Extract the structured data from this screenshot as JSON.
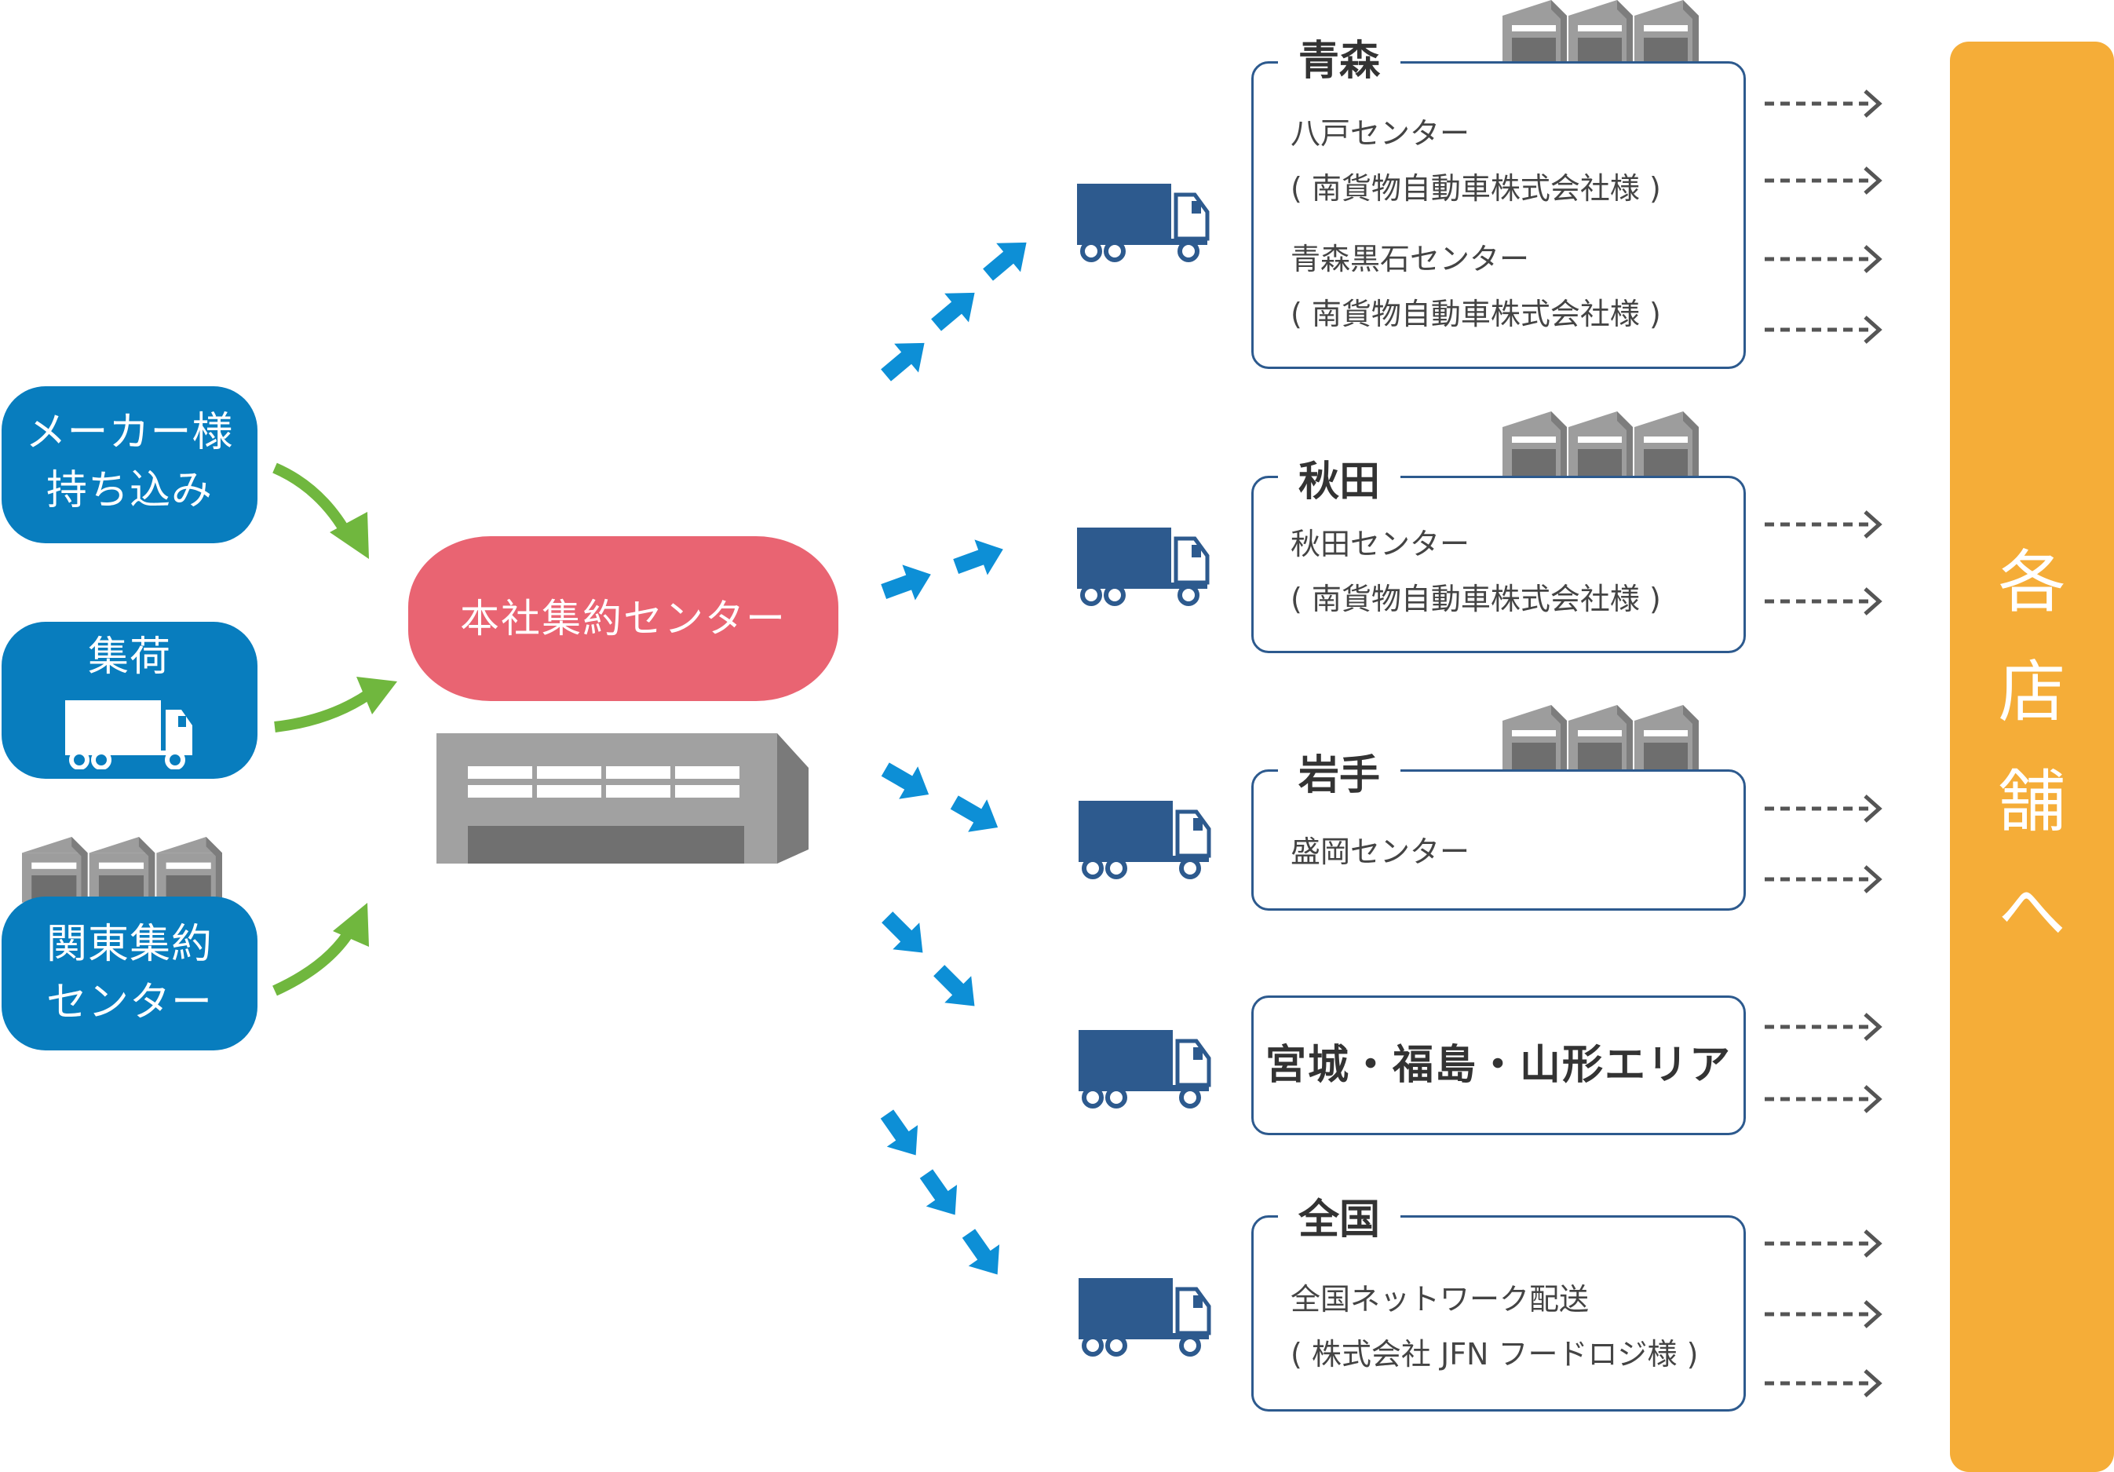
{
  "sources": {
    "maker": [
      "メーカー様",
      "持ち込み"
    ],
    "pickup": [
      "集荷"
    ],
    "kanto": [
      "関東集約",
      "センター"
    ]
  },
  "hub": {
    "label": "本社集約センター"
  },
  "destinations": {
    "aomori": {
      "title": "青森",
      "lines": [
        "八戸センター",
        "( 南貨物自動車株式会社様 )",
        "青森黒石センター",
        "( 南貨物自動車株式会社様 )"
      ]
    },
    "akita": {
      "title": "秋田",
      "lines": [
        "秋田センター",
        "( 南貨物自動車株式会社様 )"
      ]
    },
    "iwate": {
      "title": "岩手",
      "lines": [
        "盛岡センター"
      ]
    },
    "miyagi": {
      "label": "宮城・福島・山形エリア"
    },
    "zenkoku": {
      "title": "全国",
      "lines": [
        "全国ネットワーク配送",
        "( 株式会社 JFN フードロジ様 )"
      ]
    }
  },
  "stores": {
    "chars": [
      "各",
      "店",
      "舗",
      "へ"
    ]
  },
  "colors": {
    "source_blue": "#087dbe",
    "hub_pink": "#e96472",
    "flow_arrow_blue": "#0d8fd6",
    "inbound_arrow_green": "#70b73e",
    "truck_navy": "#2d5a8e",
    "box_border": "#2d5a8e",
    "store_orange": "#f5ad38",
    "warehouse_gray": "#9e9e9e"
  }
}
